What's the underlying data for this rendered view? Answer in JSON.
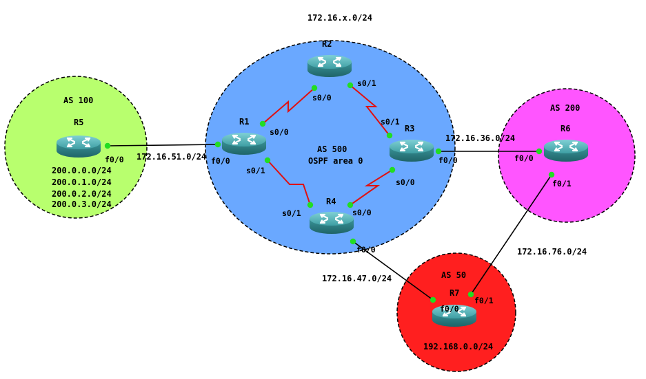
{
  "diagram": {
    "top_label": "172.16.x.0/24",
    "areas": {
      "as500": {
        "name": "AS 500",
        "sub": "OSPF area 0",
        "color": "#6aa8ff"
      },
      "as100": {
        "name": "AS 100",
        "color": "#b8ff6e"
      },
      "as200": {
        "name": "AS 200",
        "color": "#ff55ff"
      },
      "as50": {
        "name": "AS 50",
        "color": "#ff1f1f"
      }
    },
    "routers": {
      "r1": "R1",
      "r2": "R2",
      "r3": "R3",
      "r4": "R4",
      "r5": "R5",
      "r6": "R6",
      "r7": "R7"
    },
    "r5_networks": [
      "200.0.0.0/24",
      "200.0.1.0/24",
      "200.0.2.0/24",
      "200.0.3.0/24"
    ],
    "r7_network": "192.168.0.0/24",
    "links": {
      "r5_r1": "172.16.51.0/24",
      "r3_r6": "172.16.36.0/24",
      "r6_r7": "172.16.76.0/24",
      "r4_r7": "172.16.47.0/24"
    },
    "interfaces": {
      "r1_s0_0": "s0/0",
      "r1_s0_1": "s0/1",
      "r1_f0_0": "f0/0",
      "r2_s0_0": "s0/0",
      "r2_s0_1": "s0/1",
      "r3_s0_1": "s0/1",
      "r3_s0_0": "s0/0",
      "r3_f0_0": "f0/0",
      "r4_s0_1": "s0/1",
      "r4_s0_0": "s0/0",
      "r4_f0_0": "f0/0",
      "r5_f0_0": "f0/0",
      "r6_f0_0": "f0/0",
      "r6_f0_1": "f0/1",
      "r7_f0_0": "f0/0",
      "r7_f0_1": "f0/1"
    },
    "colors": {
      "serial_link": "#e01010",
      "ethernet_link": "#000000",
      "port_dot": "#22dd22",
      "router_body": "#2f8a8f"
    }
  }
}
